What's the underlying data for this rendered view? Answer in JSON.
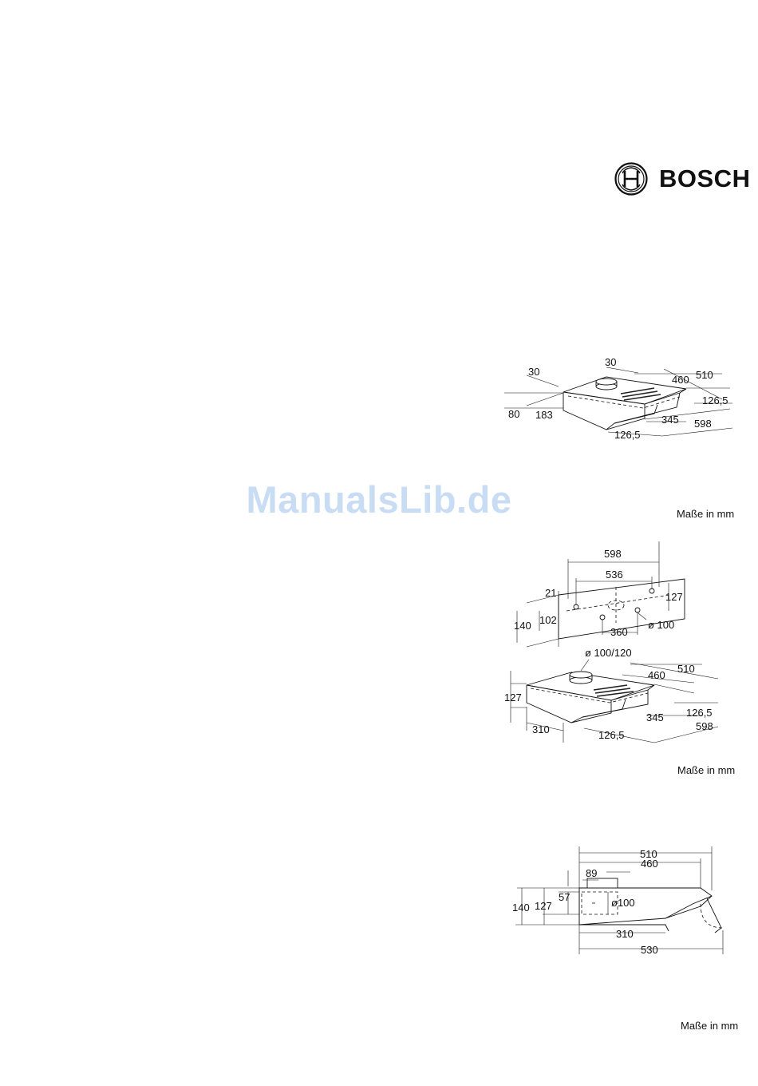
{
  "brand": {
    "name": "BOSCH",
    "logo_icon": "bosch-armature-logo-icon"
  },
  "watermark": "ManualsLib.de",
  "unit_caption": "Maße in mm",
  "drawing_1": {
    "dims": [
      "30",
      "30",
      "460",
      "510",
      "126,5",
      "80",
      "183",
      "345",
      "598",
      "126,5"
    ]
  },
  "drawing_2": {
    "dims": [
      "598",
      "536",
      "21",
      "127",
      "140",
      "102",
      "360",
      "ø 100",
      "ø 100/120",
      "510",
      "460",
      "127",
      "126,5",
      "345",
      "598",
      "310",
      "126,5"
    ]
  },
  "drawing_3": {
    "dims": [
      "510",
      "460",
      "89",
      "57",
      "ø100",
      "140",
      "127",
      "310",
      "530"
    ]
  }
}
